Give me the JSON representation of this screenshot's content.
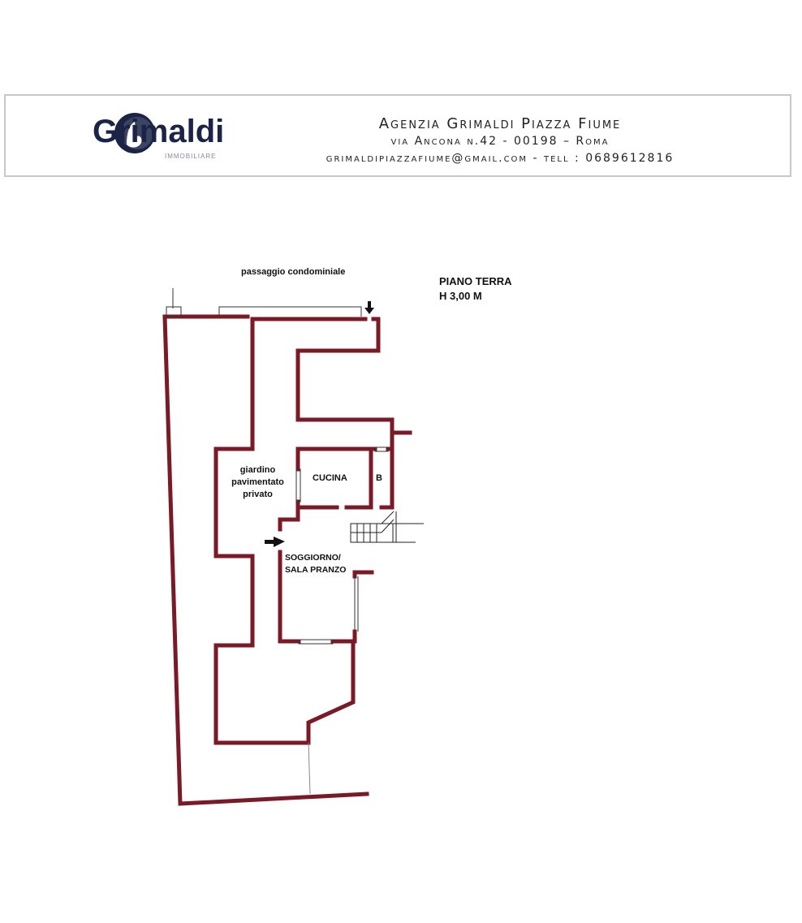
{
  "header": {
    "brand": "Grimaldi",
    "brand_sub": "IMMOBILIARE",
    "agency": "Agenzia Grimaldi Piazza Fiume",
    "address": "via Ancona n.42  - 00198 – Roma",
    "contact": "grimaldipiazzafiume@gmail.com - tell : 0689612816"
  },
  "plan": {
    "floor": "PIANO TERRA",
    "height": "H 3,00 M",
    "passage": "passaggio condominiale",
    "garden": "giardino pavimentato privato",
    "kitchen": "CUCINA",
    "bath": "B",
    "living": "SOGGIORNO/ SALA PRANZO",
    "wall_color": "#7a1a26"
  }
}
